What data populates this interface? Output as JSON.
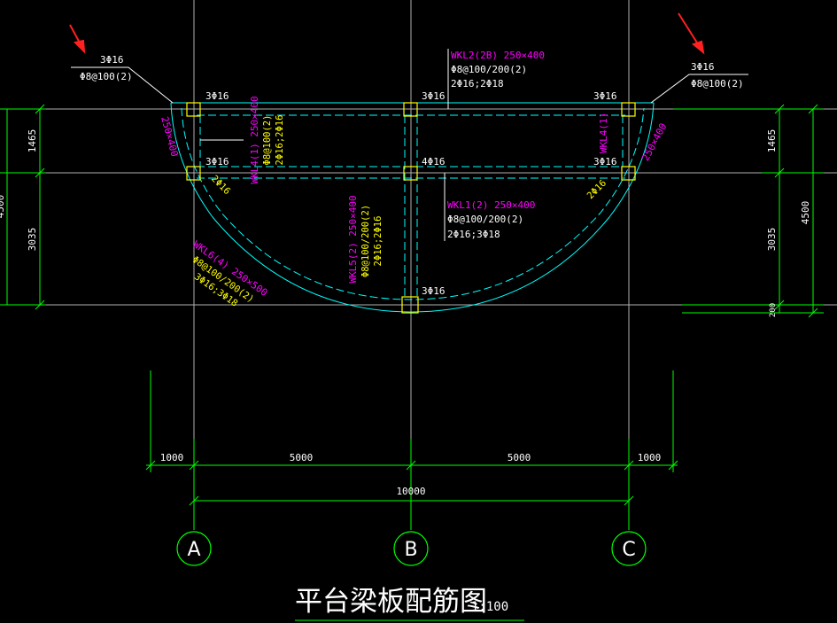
{
  "colors": {
    "background": "#000000",
    "grid": "#b0b0b0",
    "dimension": "#00ff00",
    "beam": "#00ffff",
    "beam_label": "#ff00ff",
    "rebar_text": "#ffffff",
    "rebar_yellow": "#ffff00",
    "axis_bubble": "#00ff00",
    "arrow": "#ff2020",
    "title": "#ffffff"
  },
  "title": {
    "text": "平台梁板配筋图",
    "scale": "1:100"
  },
  "axes": [
    {
      "label": "A"
    },
    {
      "label": "B"
    },
    {
      "label": "C"
    }
  ],
  "dimensions": {
    "bottom_segments": [
      "1000",
      "5000",
      "5000",
      "1000"
    ],
    "bottom_total": "10000",
    "left": [
      "1465",
      "3035"
    ],
    "left_partial": "4500",
    "right": [
      "1465",
      "3035"
    ],
    "right_total": "4500",
    "right_extra": "200"
  },
  "callouts": {
    "top_left": {
      "top": "3Φ16",
      "bottom": "Φ8@100(2)",
      "icon": "arrow-icon"
    },
    "top_right": {
      "top": "3Φ16",
      "bottom": "Φ8@100(2)",
      "icon": "arrow-icon"
    }
  },
  "beams": {
    "wkl2": {
      "name": "WKL2(2B) 250×400",
      "stirrup": "Φ8@100/200(2)",
      "bars": "2Φ16;2Φ18"
    },
    "wkl1": {
      "name": "WKL1(2) 250×400",
      "stirrup": "Φ8@100/200(2)",
      "bars": "2Φ16;3Φ18"
    },
    "wkl4_left": {
      "name": "WKL4(1) 250×400",
      "stirrup": "Φ8@100(2)",
      "bars": "2Φ16;2Φ16"
    },
    "wkl4_right": {
      "name": "WKL4(1)",
      "size": "250×400"
    },
    "wkl5": {
      "name": "WKL5(2) 250×400",
      "stirrup": "Φ8@100/200(2)",
      "bars": "2Φ16;2Φ16"
    },
    "wkl6": {
      "name": "WKL6(4) 250×500",
      "stirrup": "Φ8@100/200(2)",
      "bars": "3Φ16;3Φ18"
    },
    "left_edge_size": "250×400"
  },
  "rebar_marks": {
    "top_a": "3Φ16",
    "top_b": "3Φ16",
    "top_c": "3Φ16",
    "mid_a": "3Φ16",
    "mid_b": "4Φ16",
    "mid_c": "3Φ16",
    "arc_left": "2Φ16",
    "arc_right": "2Φ16",
    "bottom_b": "3Φ16"
  }
}
